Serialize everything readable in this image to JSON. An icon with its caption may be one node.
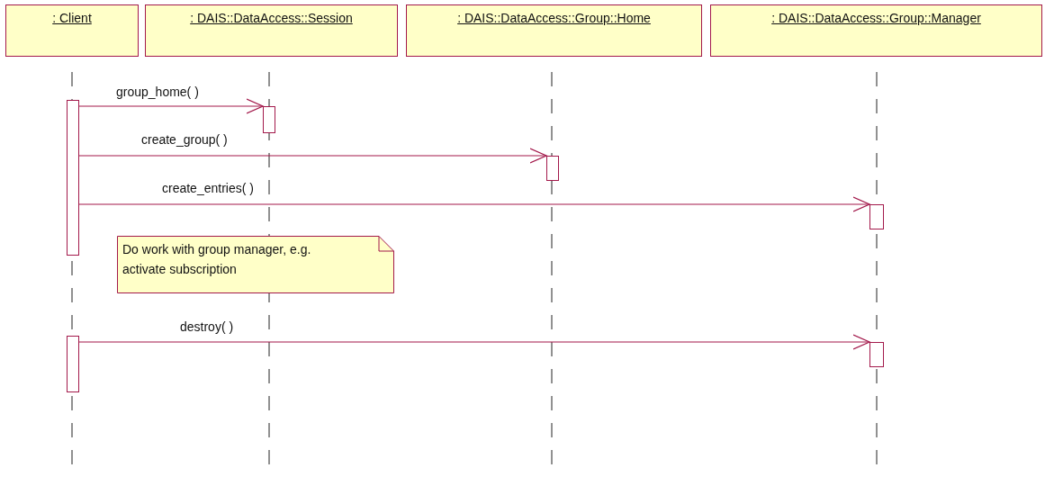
{
  "diagram": {
    "nodes": [
      {
        "text": [
          ": Client"
        ]
      },
      {
        "text": [
          ": DAIS::DataAccess::Session"
        ]
      },
      {
        "text": [
          ": DAIS::DataAccess::Group::Home"
        ]
      },
      {
        "text": [
          ": DAIS::DataAccess::Group::Manager"
        ]
      },
      {
        "text": [],
        "shape": "bar"
      },
      {
        "text": [],
        "shape": "bar"
      },
      {
        "text": [],
        "shape": "bar"
      },
      {
        "text": [],
        "shape": "bar"
      },
      {
        "text": [
          "Do work with group manager, e.g. activate subscription"
        ]
      },
      {
        "text": [],
        "shape": "bar"
      },
      {
        "text": [],
        "shape": "bar"
      }
    ],
    "edges": [
      {
        "from": 4,
        "to": 5,
        "arrow": "to",
        "label": "group_home( )"
      },
      {
        "from": 4,
        "to": 6,
        "arrow": "to",
        "label": "create_group( )"
      },
      {
        "from": 4,
        "to": 7,
        "arrow": "to",
        "label": "create_entries( )"
      },
      {
        "from": 9,
        "to": 10,
        "arrow": "to",
        "label": "destroy( )"
      }
    ]
  }
}
